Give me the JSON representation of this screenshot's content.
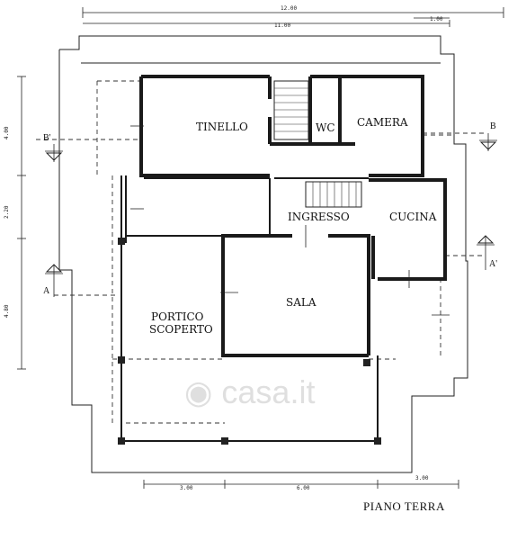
{
  "drawing": {
    "title": "PIANO TERRA",
    "rooms": {
      "tinello": "TINELLO",
      "wc": "WC",
      "camera": "CAMERA",
      "ingresso": "INGRESSO",
      "cucina": "CUCINA",
      "sala": "SALA",
      "portico_line1": "PORTICO",
      "portico_line2": "SCOPERTO"
    },
    "sections": {
      "b_left": "B'",
      "b_right": "B",
      "a_left": "A",
      "a_right": "A'"
    },
    "dimensions": {
      "top_total": "12.00",
      "top_inner": "11.00",
      "top_right": "1.00",
      "left_1": "4.00",
      "left_2": "2.20",
      "left_3": "4.80",
      "bottom_1": "3.00",
      "bottom_2": "6.00",
      "bottom_3": "3.00"
    },
    "watermark": "casa.it"
  }
}
